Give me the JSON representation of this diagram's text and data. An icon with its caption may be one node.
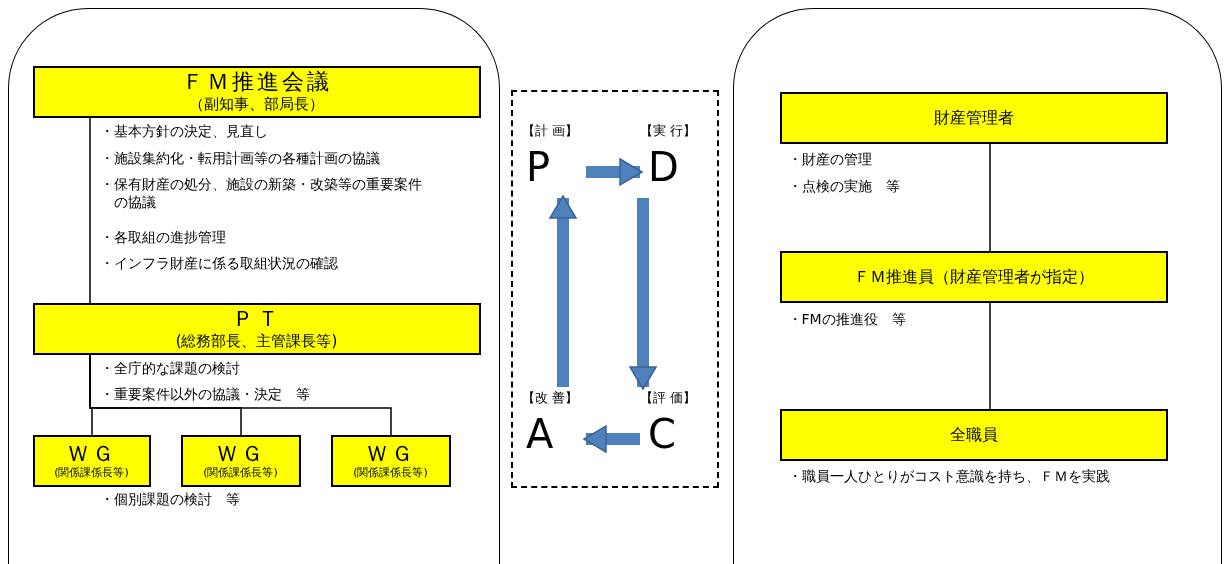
{
  "diagram": {
    "nodes": [
      {
        "text": [],
        "shape": "box"
      },
      {
        "text": [
          "ＦＭ推進会議",
          "（副知事、部局長）"
        ],
        "in": 0,
        "beside": [
          "・基本方針の決定、見直し",
          "・施設集約化・転用計画等の各種計画の協議",
          "・保有財産の処分、施設の新築・改築等の重要案件の協議",
          "・各取組の進捗管理",
          "・インフラ財産に係る取組状況の確認"
        ]
      },
      {
        "text": [
          "ＰＴ",
          "(総務部長、主管課長等)"
        ],
        "in": 0,
        "beside": [
          "・全庁的な課題の検討",
          "・重要案件以外の協議・決定　等"
        ]
      },
      {
        "text": [
          "ＷＧ",
          "(関係課係長等)"
        ],
        "in": 0,
        "beside": [
          "・個別課題の検討　等"
        ]
      },
      {
        "text": [
          "ＷＧ",
          "(関係課係長等)"
        ],
        "in": 0
      },
      {
        "text": [
          "ＷＧ",
          "(関係課係長等)"
        ],
        "in": 0
      },
      {
        "text": [],
        "shape": "box"
      },
      {
        "text": [
          "【計 画】",
          "P"
        ],
        "in": 6
      },
      {
        "text": [
          "【実 行】",
          "D"
        ],
        "in": 6
      },
      {
        "text": [
          "【評 価】",
          "C"
        ],
        "in": 6
      },
      {
        "text": [
          "【改 善】",
          "A"
        ],
        "in": 6
      },
      {
        "text": [],
        "shape": "box"
      },
      {
        "text": [
          "財産管理者"
        ],
        "in": 11,
        "beside": [
          "・財産の管理",
          "・点検の実施　等"
        ]
      },
      {
        "text": [
          "ＦＭ推進員（財産管理者が指定）"
        ],
        "in": 11,
        "beside": [
          "・FMの推進役　等"
        ]
      },
      {
        "text": [
          "全職員"
        ],
        "in": 11,
        "beside": [
          "・職員一人ひとりがコスト意識を持ち、ＦＭを実践"
        ]
      }
    ],
    "edges": [
      {
        "from": 1,
        "to": 2,
        "arrow": "none"
      },
      {
        "from": 2,
        "to": 3,
        "arrow": "none"
      },
      {
        "from": 2,
        "to": 4,
        "arrow": "none"
      },
      {
        "from": 2,
        "to": 5,
        "arrow": "none"
      },
      {
        "from": 7,
        "to": 8,
        "arrow": "to",
        "style": "thick",
        "color": "#4f81bd"
      },
      {
        "from": 8,
        "to": 9,
        "arrow": "to",
        "style": "thick",
        "color": "#4f81bd"
      },
      {
        "from": 9,
        "to": 10,
        "arrow": "to",
        "style": "thick",
        "color": "#4f81bd"
      },
      {
        "from": 10,
        "to": 7,
        "arrow": "to",
        "style": "thick",
        "color": "#4f81bd"
      },
      {
        "from": 12,
        "to": 13,
        "arrow": "none"
      },
      {
        "from": 13,
        "to": 14,
        "arrow": "none"
      }
    ]
  }
}
